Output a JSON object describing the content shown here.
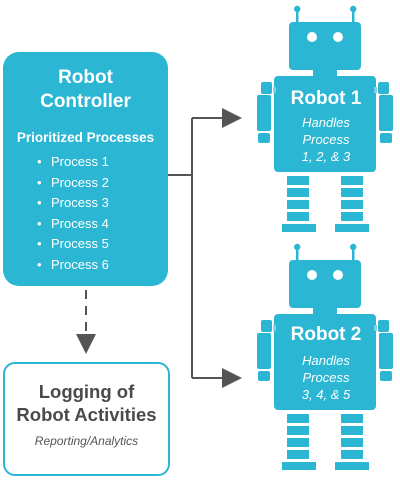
{
  "controller": {
    "title_line1": "Robot",
    "title_line2": "Controller",
    "subtitle": "Prioritized Processes",
    "bullet": "•",
    "processes": [
      "Process 1",
      "Process 2",
      "Process 3",
      "Process 4",
      "Process 5",
      "Process 6"
    ]
  },
  "logging": {
    "title_line1": "Logging of",
    "title_line2": "Robot Activities",
    "subtitle": "Reporting/Analytics"
  },
  "robots": [
    {
      "title": "Robot 1",
      "desc_line1": "Handles",
      "desc_line2": "Process",
      "desc_line3": "1, 2, & 3"
    },
    {
      "title": "Robot 2",
      "desc_line1": "Handles",
      "desc_line2": "Process",
      "desc_line3": "3, 4, & 5"
    }
  ],
  "colors": {
    "accent": "#2bb6d4",
    "robot_light": "#7fd2e4",
    "arrow": "#555555"
  }
}
